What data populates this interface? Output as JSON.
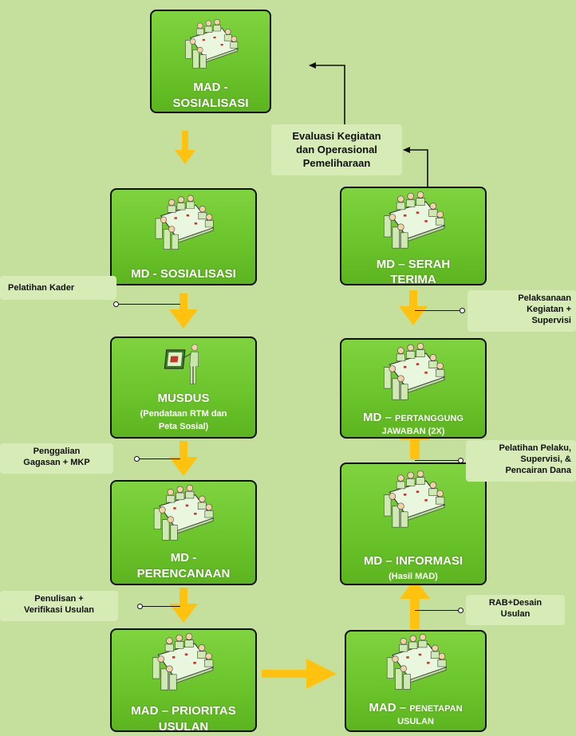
{
  "colors": {
    "background": "#c4e09c",
    "box_fill": "#6cc52c",
    "arrow": "#ffc20e",
    "note_fill": "#d6ebb6"
  },
  "boxes": {
    "mad_sosialisasi": {
      "title_line1": "MAD -",
      "title_line2": "SOSIALISASI",
      "icon": "meeting-icon"
    },
    "md_sosialisasi": {
      "title": "MD - SOSIALISASI",
      "icon": "meeting-icon"
    },
    "musdus": {
      "title": "MUSDUS",
      "subtitle_line1": "(Pendataan RTM dan",
      "subtitle_line2": "Peta Sosial)",
      "icon": "presentation-icon"
    },
    "md_perencanaan": {
      "title_line1": "MD -",
      "title_line2": "PERENCANAAN",
      "icon": "meeting-icon"
    },
    "mad_prioritas": {
      "title_line1": "MAD – PRIORITAS",
      "title_line2": "USULAN",
      "icon": "meeting-icon"
    },
    "md_serah_terima": {
      "title_line1": "MD – SERAH",
      "title_line2": "TERIMA",
      "icon": "meeting-icon"
    },
    "md_pertanggung": {
      "title_prefix": "MD – ",
      "title_small": "PERTANGGUNG",
      "subtitle": "JAWABAN (2X)",
      "icon": "meeting-icon"
    },
    "md_informasi": {
      "title": "MD – INFORMASI",
      "subtitle": "(Hasil MAD)",
      "icon": "meeting-icon"
    },
    "mad_penetapan": {
      "title_prefix": "MAD – ",
      "title_small": "PENETAPAN",
      "subtitle": "USULAN",
      "icon": "meeting-icon"
    }
  },
  "notes": {
    "evaluasi": [
      "Evaluasi Kegiatan",
      "dan Operasional",
      "Pemeliharaan"
    ],
    "pelatihan_kader": [
      "Pelatihan Kader"
    ],
    "penggalian": [
      "Penggalian",
      "Gagasan + MKP"
    ],
    "penulisan": [
      "Penulisan +",
      "Verifikasi Usulan"
    ],
    "pelaksanaan": [
      "Pelaksanaan",
      "Kegiatan +",
      "Supervisi"
    ],
    "pelatihan_pelaku": [
      "Pelatihan Pelaku,",
      "Supervisi, &",
      "Pencairan Dana"
    ],
    "rab": [
      "RAB+Desain",
      "Usulan"
    ]
  }
}
